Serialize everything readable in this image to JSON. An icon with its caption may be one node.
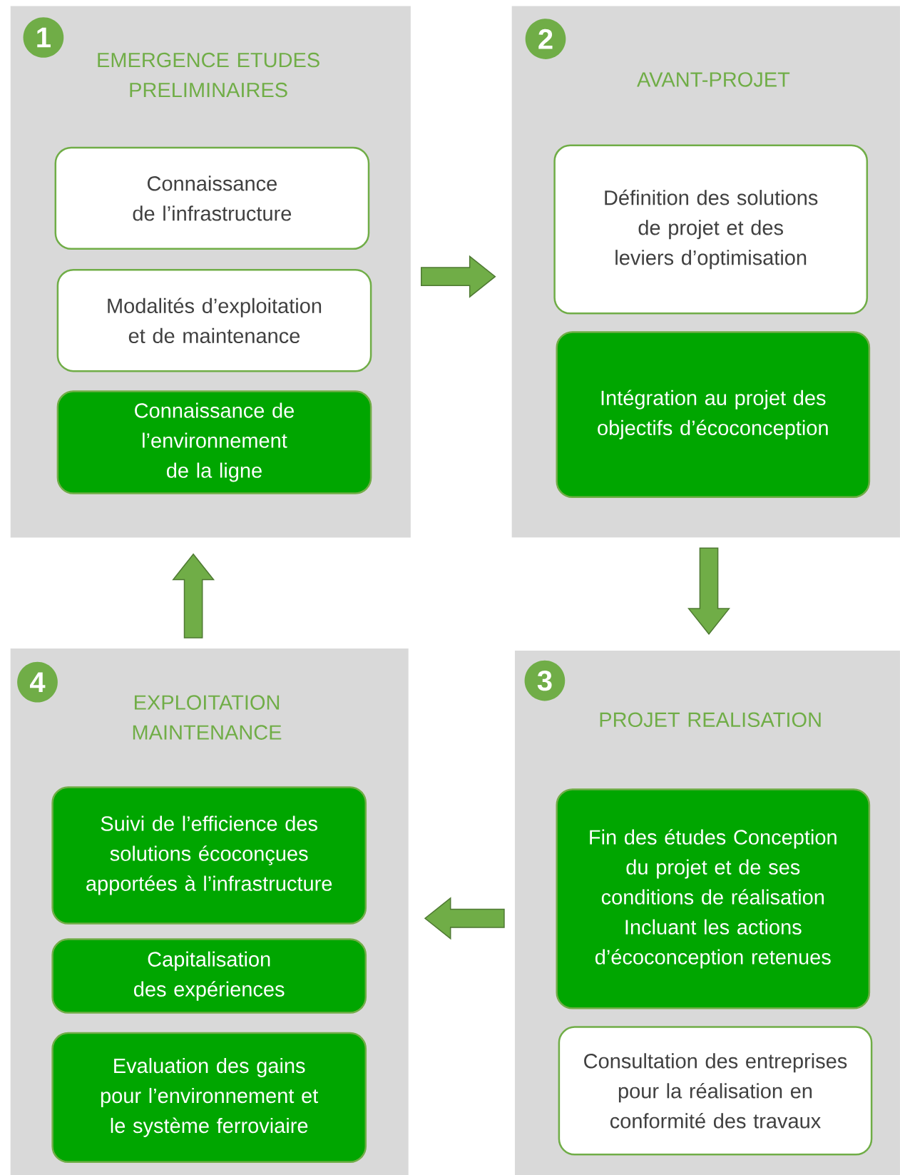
{
  "diagram": {
    "nodes": [
      {
        "text": [
          "EMERGENCE ETUDES PRELIMINAIRES"
        ]
      },
      {
        "text": [
          "1"
        ],
        "in": 0
      },
      {
        "text": [
          "Connaissance de l’infrastructure"
        ],
        "in": 0
      },
      {
        "text": [
          "Modalités d’exploitation et de maintenance"
        ],
        "in": 0
      },
      {
        "text": [
          "Connaissance de l’environnement de la ligne"
        ],
        "in": 0
      },
      {
        "text": [
          "AVANT-PROJET"
        ]
      },
      {
        "text": [
          "2"
        ],
        "in": 5
      },
      {
        "text": [
          "Définition des solutions de projet et des leviers d’optimisation"
        ],
        "in": 5
      },
      {
        "text": [
          "Intégration au projet des objectifs d’écoconception"
        ],
        "in": 5
      },
      {
        "text": [
          "PROJET REALISATION"
        ]
      },
      {
        "text": [
          "3"
        ],
        "in": 9
      },
      {
        "text": [
          "Fin des études Conception du projet et de ses conditions de réalisation Incluant les actions d’écoconception retenues"
        ],
        "in": 9
      },
      {
        "text": [
          "Consultation des entreprises pour la réalisation en conformité des travaux"
        ],
        "in": 9
      },
      {
        "text": [
          "EXPLOITATION MAINTENANCE"
        ]
      },
      {
        "text": [
          "4"
        ],
        "in": 13
      },
      {
        "text": [
          "Suivi de l’efficience des solutions écoconçues apportées à l’infrastructure"
        ],
        "in": 13
      },
      {
        "text": [
          "Capitalisation des expériences"
        ],
        "in": 13
      },
      {
        "text": [
          "Evaluation des gains pour l’environnement et le système ferroviaire"
        ],
        "in": 13
      }
    ],
    "edges": [
      {
        "from": 0,
        "to": 5,
        "arrow": "to"
      },
      {
        "from": 5,
        "to": 9,
        "arrow": "to"
      },
      {
        "from": 9,
        "to": 13,
        "arrow": "to"
      },
      {
        "from": 13,
        "to": 0,
        "arrow": "to"
      }
    ]
  }
}
